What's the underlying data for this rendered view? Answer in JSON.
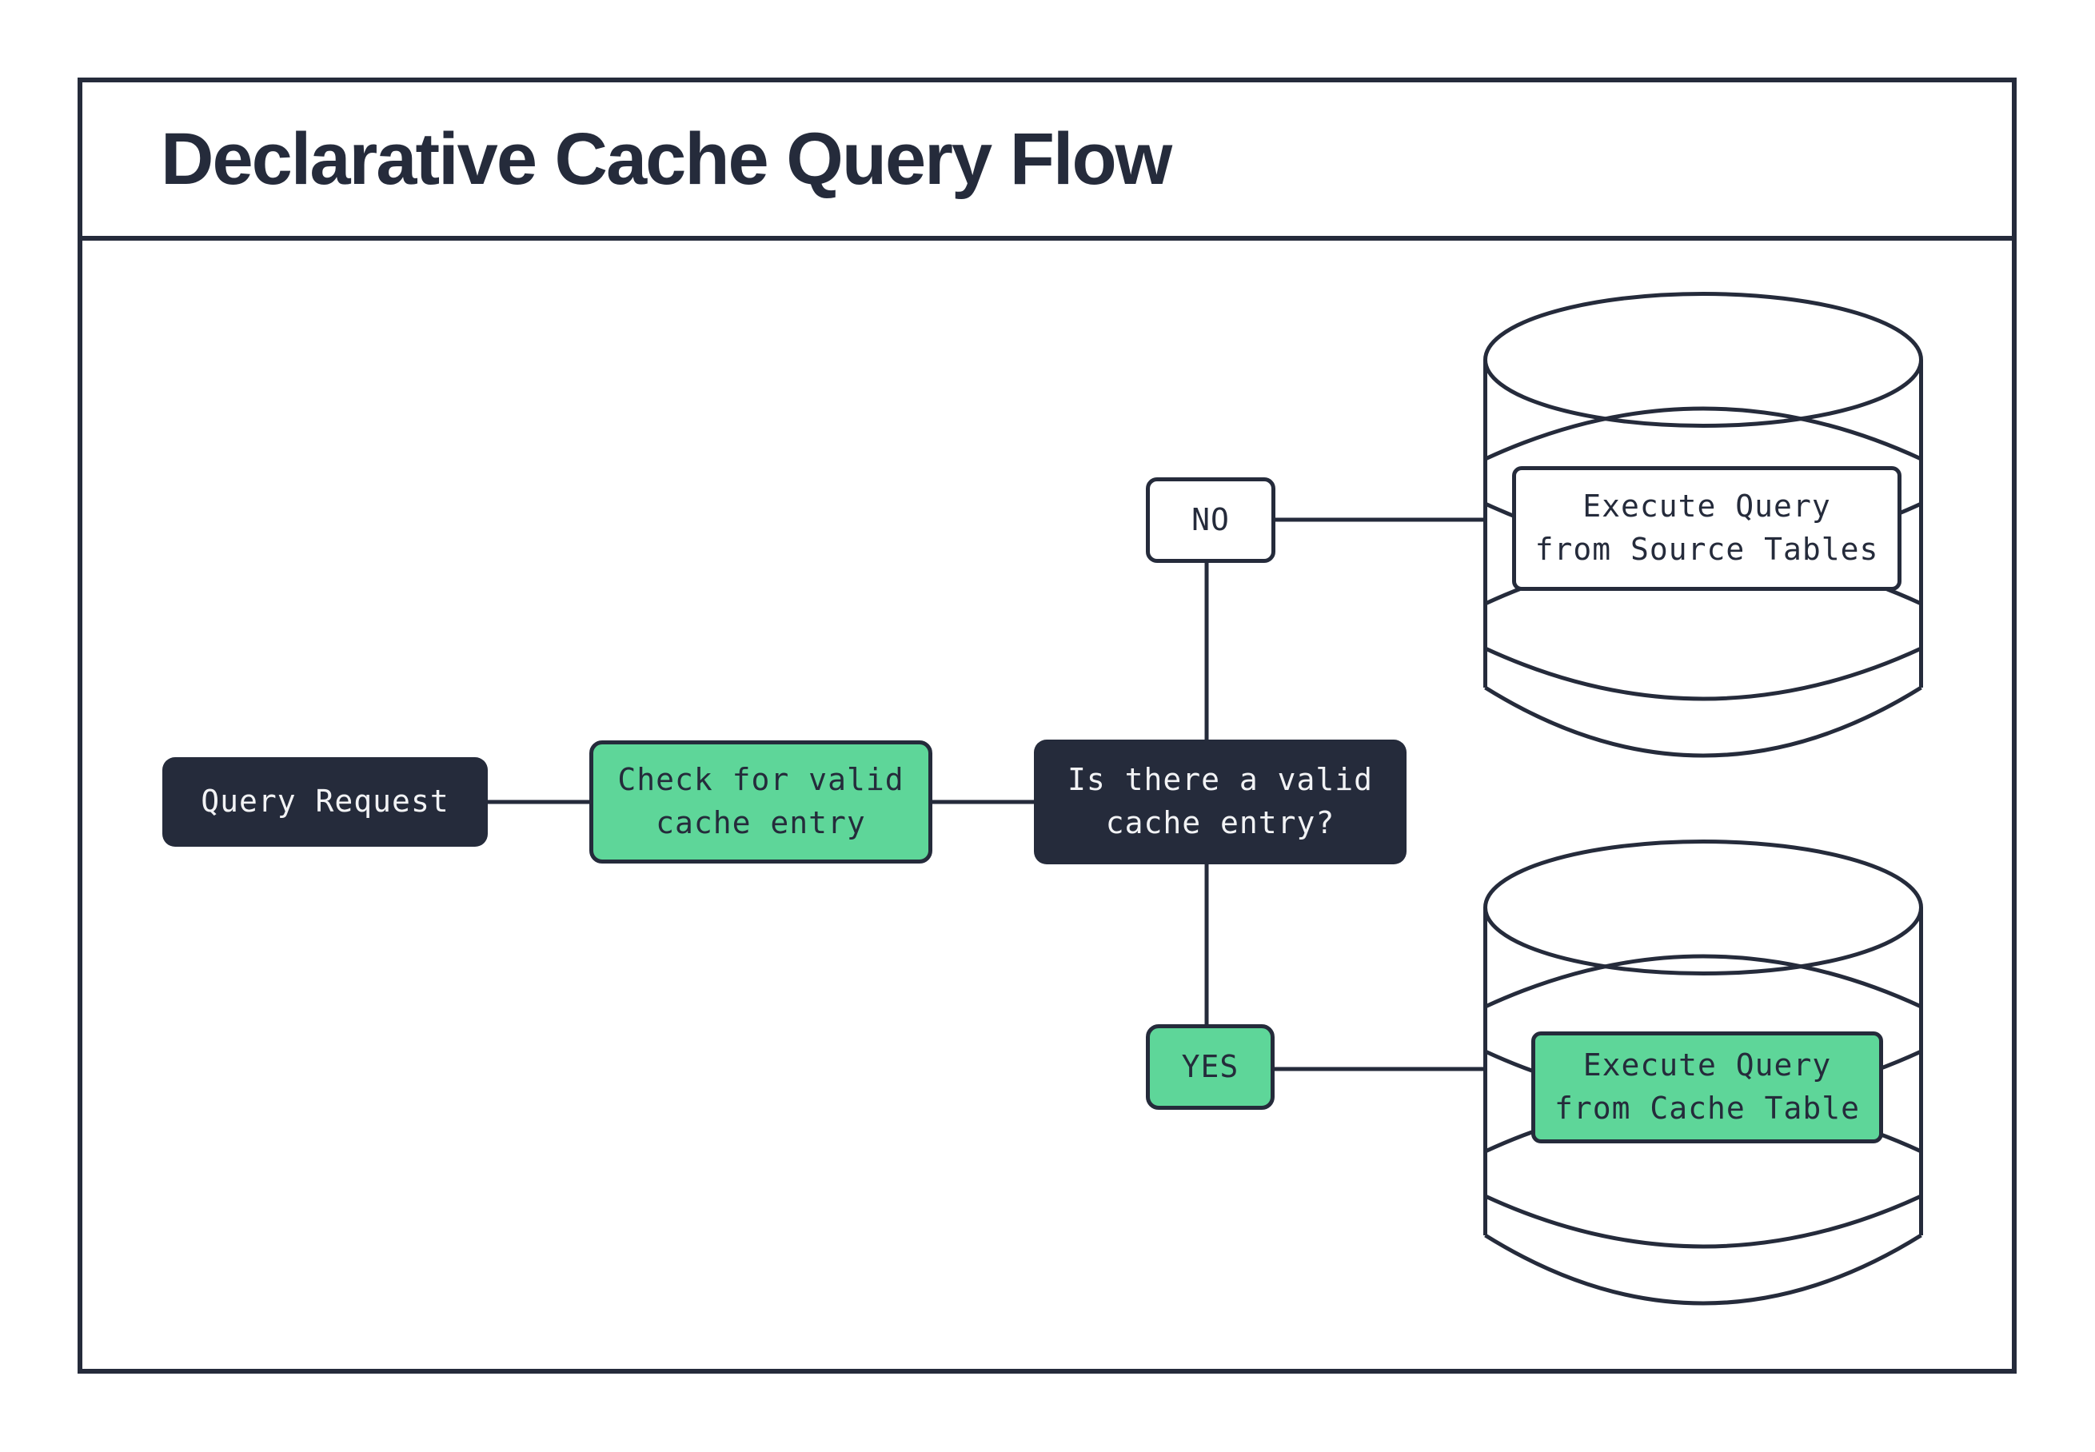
{
  "header": {
    "title": "Declarative Cache Query Flow"
  },
  "palette": {
    "navy": "#252B3B",
    "green": "#5ED699",
    "white": "#FFFFFF",
    "light_text": "#F2F3F5"
  },
  "nodes": {
    "query_request": {
      "label": "Query Request",
      "style": "dark"
    },
    "check_cache": {
      "label": "Check for valid\ncache entry",
      "style": "green"
    },
    "decision": {
      "label": "Is there a valid\ncache entry?",
      "style": "dark"
    },
    "no_branch": {
      "label": "NO",
      "style": "white"
    },
    "yes_branch": {
      "label": "YES",
      "style": "green"
    },
    "exec_source": {
      "label": "Execute Query\nfrom Source Tables",
      "style": "white"
    },
    "exec_cache": {
      "label": "Execute Query\nfrom Cache Table",
      "style": "green"
    }
  },
  "icons": {
    "source_database": "database-cylinder",
    "cache_database": "database-cylinder"
  },
  "edges": [
    {
      "from": "query_request",
      "to": "check_cache"
    },
    {
      "from": "check_cache",
      "to": "decision"
    },
    {
      "from": "decision",
      "to": "no_branch"
    },
    {
      "from": "no_branch",
      "to": "source_database"
    },
    {
      "from": "decision",
      "to": "yes_branch"
    },
    {
      "from": "yes_branch",
      "to": "cache_database"
    }
  ]
}
